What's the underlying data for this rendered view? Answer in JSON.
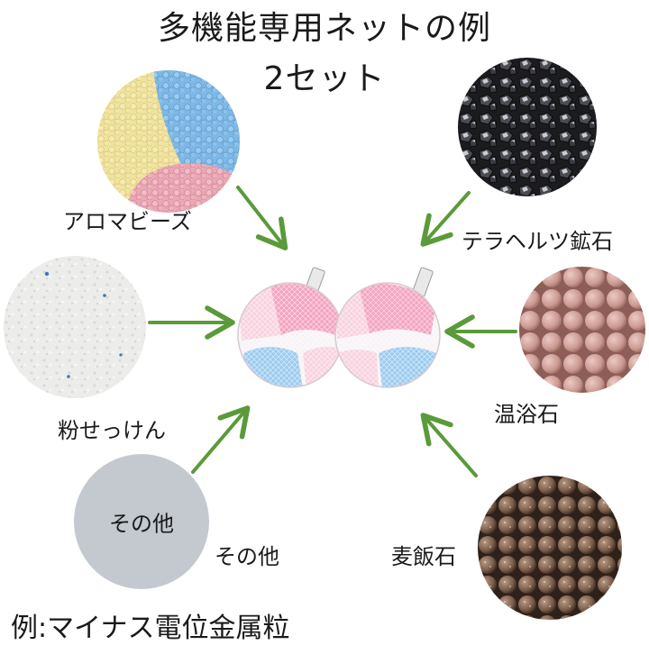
{
  "title": {
    "line1": "多機能専用ネットの例",
    "line2": "2セット"
  },
  "items": {
    "aroma_beads": "アロマビーズ",
    "terahertz": "テラヘルツ鉱石",
    "powder_soap": "粉せっけん",
    "onsen_stone": "温浴石",
    "other": "その他",
    "other_circle": "その他",
    "bakuhan_stone": "麦飯石"
  },
  "footer": "例:マイナス電位金属粒",
  "colors": {
    "arrow": "#5a9a3a",
    "other_circle": "#c4c9cf",
    "net_pink": "#f4a3c0",
    "net_blue": "#9ccbf0"
  }
}
